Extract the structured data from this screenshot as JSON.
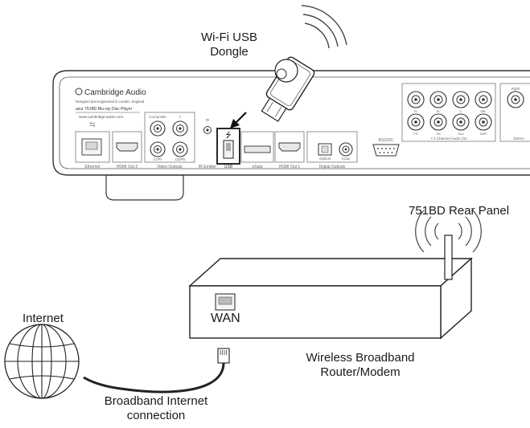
{
  "dongle": {
    "label_line1": "Wi-Fi USB",
    "label_line2": "Dongle"
  },
  "rear_panel": {
    "caption": "751BD Rear Panel",
    "brand": "Cambridge Audio",
    "tagline": "Designed and engineered in London, England",
    "model": "azur 751BD Blu-ray Disc Player",
    "website": "www.cambridge-audio.com",
    "ports": {
      "ethernet": "Ethernet",
      "hdmi_out_2": "HDMI Out 2",
      "video_outputs": "Video Outputs",
      "composite": "Composite",
      "y": "Y",
      "cr_pr": "Cr/Pr",
      "cb_pb": "Cb/Pb",
      "ir": "IR",
      "ir_emitter": "IR Emitter",
      "usb": "USB",
      "esata": "eSata",
      "hdmi_out_1": "HDMI Out 1",
      "digital_outputs": "Digital Outputs",
      "optical": "Optical",
      "coax": "Coax",
      "rs232c": "RS232C",
      "channel_audio_out": "7.1 Channel Audio Out",
      "fl": "FL",
      "fr": "FR",
      "sl": "SL",
      "sr": "SR",
      "sbl": "SBL",
      "sbr": "SBR",
      "c": "C",
      "sub": "Sub",
      "right": "Right",
      "stereo": "Stereo"
    }
  },
  "router": {
    "wan_label": "WAN",
    "label_line1": "Wireless Broadband",
    "label_line2": "Router/Modem"
  },
  "internet": {
    "label": "Internet"
  },
  "connection": {
    "label_line1": "Broadband Internet",
    "label_line2": "connection"
  }
}
